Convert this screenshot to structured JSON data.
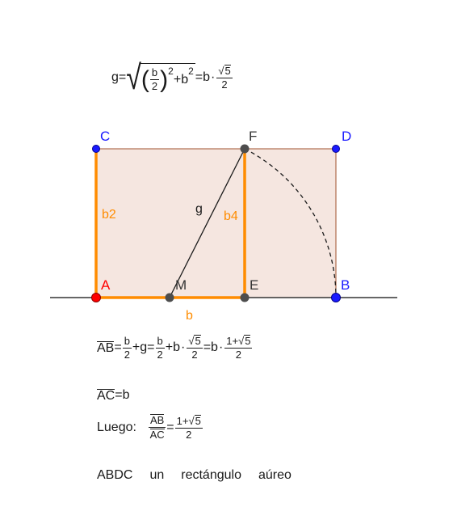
{
  "top_formula": {
    "lhs": "g",
    "eq": "=",
    "half_num": "b",
    "half_den": "2",
    "exp1": "2",
    "plus": "+",
    "b": "b",
    "exp2": "2",
    "rhs_b": "b",
    "dot": "·",
    "sqrt_char": "√",
    "sqrt_arg": "5",
    "rhs_den": "2"
  },
  "points": {
    "A": "A",
    "B": "B",
    "C": "C",
    "D": "D",
    "E": "E",
    "F": "F",
    "M": "M"
  },
  "segment_labels": {
    "b2": "b2",
    "b4": "b4",
    "g": "g",
    "b": "b"
  },
  "colors": {
    "fill": "#f5e6e0",
    "orange": "#ff8c00",
    "blue_point": "#1a1aff",
    "red_point": "#ff0000",
    "dark_point": "#4d4d4d",
    "brown": "#a0522d"
  },
  "eq_ab": {
    "ab": "AB",
    "eq": "=",
    "b1": "b",
    "d1": "2",
    "plus1": "+g=",
    "b2": "b",
    "d2": "2",
    "plus2": "+b",
    "dot": "·",
    "sq_arg": "5",
    "d3": "2",
    "eq2": "=b",
    "num4_a": "1+",
    "sq_arg2": "5",
    "d4": "2"
  },
  "eq_ac": {
    "ac": "AC",
    "rest": "=b"
  },
  "luego": {
    "label": "Luego:",
    "ab": "AB",
    "ac": "AC",
    "eq": "=",
    "num_a": "1+",
    "sq_arg": "5",
    "den": "2"
  },
  "conclusion": {
    "w1": "ABDC",
    "w2": "un",
    "w3": "rectángulo",
    "w4": "aúreo"
  }
}
